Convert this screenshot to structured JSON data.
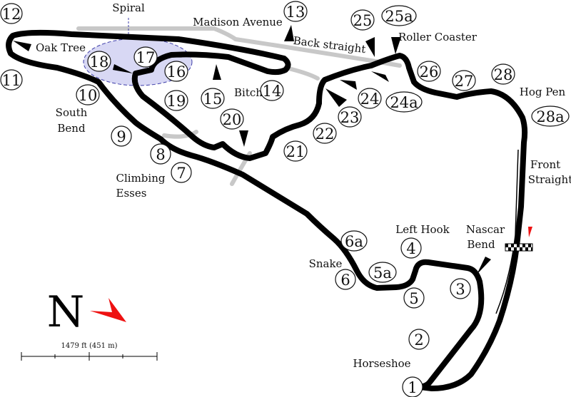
{
  "labels": {
    "spiral": "Spiral",
    "madison_avenue": "Madison Avenue",
    "back_straight": "Back straight",
    "roller_coaster": "Roller Coaster",
    "oak_tree": "Oak Tree",
    "south_bend": "South",
    "south_bend_2": "Bend",
    "bitch": "Bitch",
    "hog_pen": "Hog Pen",
    "front_straight": "Front",
    "front_straight_2": "Straight",
    "climbing_esses": "Climbing",
    "climbing_esses_2": "Esses",
    "left_hook": "Left Hook",
    "nascar_bend": "Nascar",
    "nascar_bend_2": "Bend",
    "snake": "Snake",
    "horseshoe": "Horseshoe"
  },
  "turns": [
    "1",
    "2",
    "3",
    "4",
    "5",
    "5a",
    "6",
    "6a",
    "7",
    "8",
    "9",
    "10",
    "11",
    "12",
    "13",
    "14",
    "15",
    "16",
    "17",
    "18",
    "19",
    "20",
    "21",
    "22",
    "23",
    "24",
    "24a",
    "25",
    "25a",
    "26",
    "27",
    "28",
    "28a"
  ],
  "compass": {
    "letter": "N"
  },
  "scale": {
    "text": "1479 ft (451 m)"
  },
  "colors": {
    "track": "#000000",
    "old_track": "#c8c8c8",
    "spiral_fill": "#d8d8f4",
    "spiral_border": "#3c3ca8",
    "arrow_red": "#ee1111"
  }
}
